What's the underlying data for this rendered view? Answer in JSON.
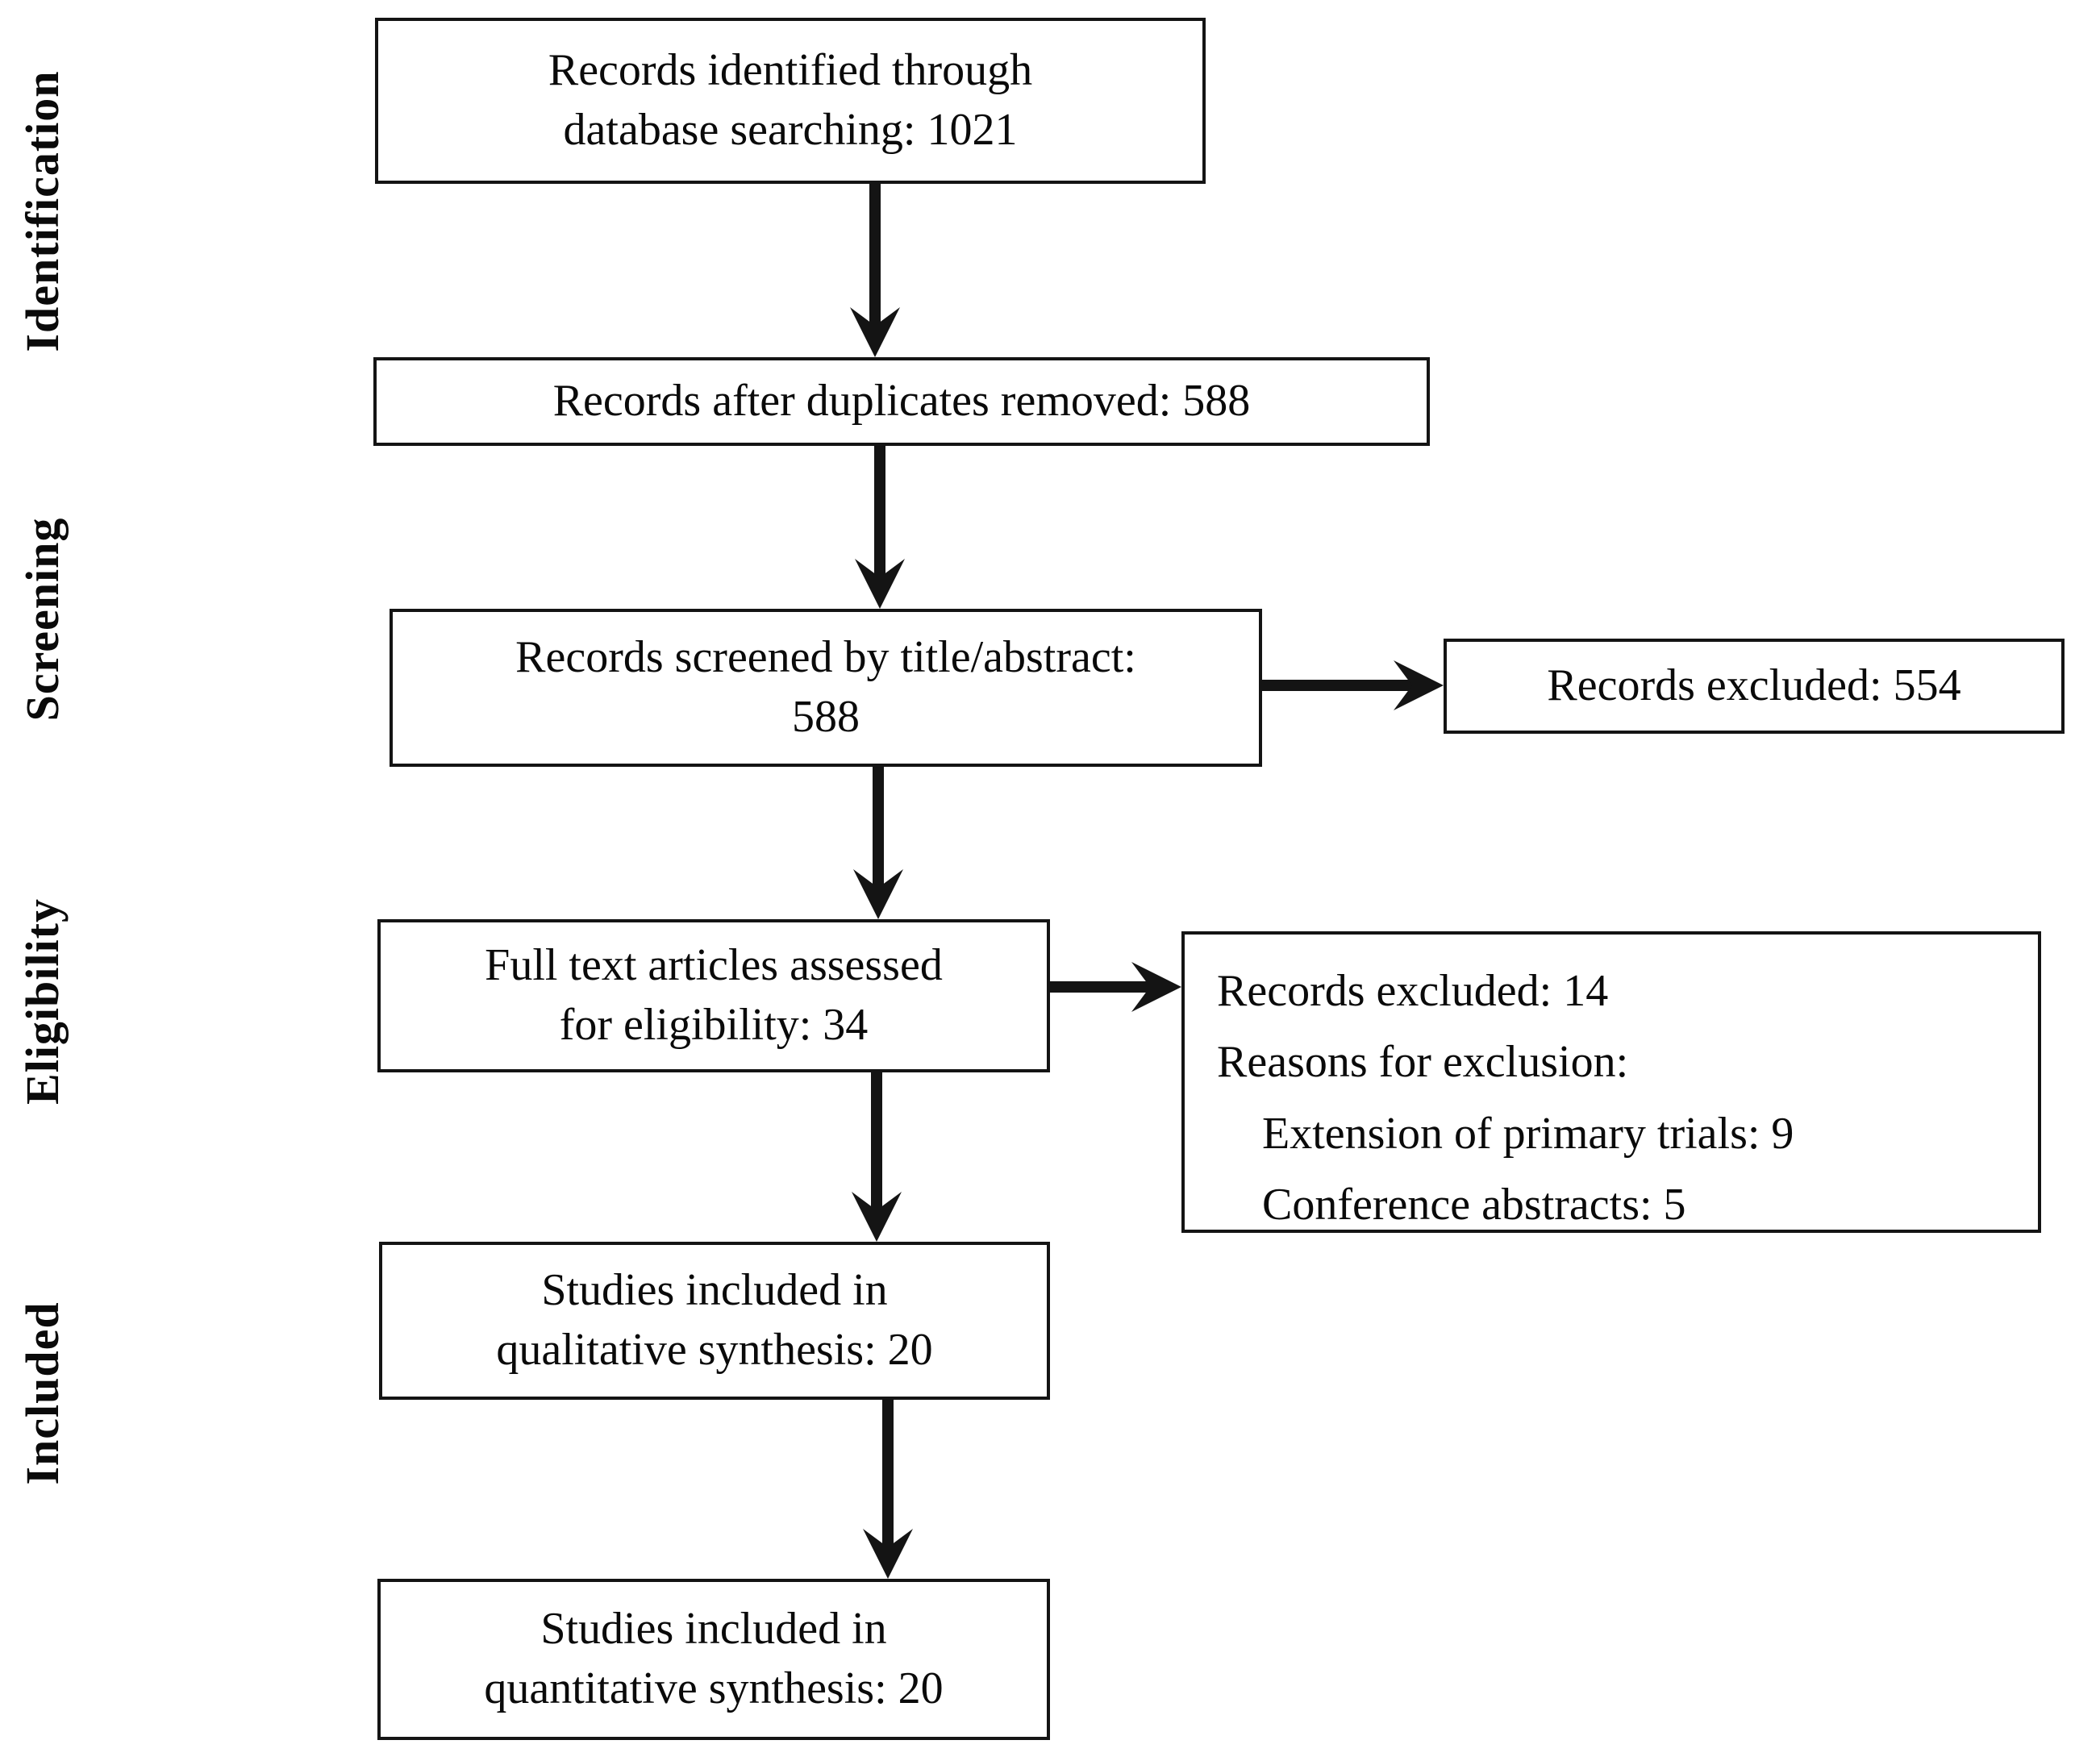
{
  "figure": {
    "type": "prisma-flow-diagram",
    "colors": {
      "ink": "#0a0a0a",
      "paper": "#ffffff"
    }
  },
  "stages": [
    {
      "label": "Identification"
    },
    {
      "label": "Screening"
    },
    {
      "label": "Eligibility"
    },
    {
      "label": "Included"
    }
  ],
  "boxes": {
    "identified": {
      "lines": [
        "Records identified through",
        "database searching: 1021"
      ],
      "count": 1021
    },
    "deduplicated": {
      "lines": [
        "Records after duplicates removed: 588"
      ],
      "count": 588
    },
    "screened": {
      "lines": [
        "Records screened by title/abstract:",
        "588"
      ],
      "count": 588
    },
    "excluded_screening": {
      "lines": [
        "Records excluded: 554"
      ],
      "count": 554
    },
    "fulltext": {
      "lines": [
        "Full text articles assessed",
        "for eligibility: 34"
      ],
      "count": 34
    },
    "excluded_fulltext": {
      "lines": [
        "Records excluded: 14",
        "Reasons for exclusion:",
        "Extension of primary trials: 9",
        "Conference abstracts: 5"
      ],
      "count": 14,
      "reasons": [
        {
          "label": "Extension of primary trials",
          "count": 9
        },
        {
          "label": "Conference abstracts",
          "count": 5
        }
      ]
    },
    "qualitative": {
      "lines": [
        "Studies included in",
        "qualitative synthesis: 20"
      ],
      "count": 20
    },
    "quantitative": {
      "lines": [
        "Studies included in",
        "quantitative synthesis: 20"
      ],
      "count": 20
    }
  }
}
